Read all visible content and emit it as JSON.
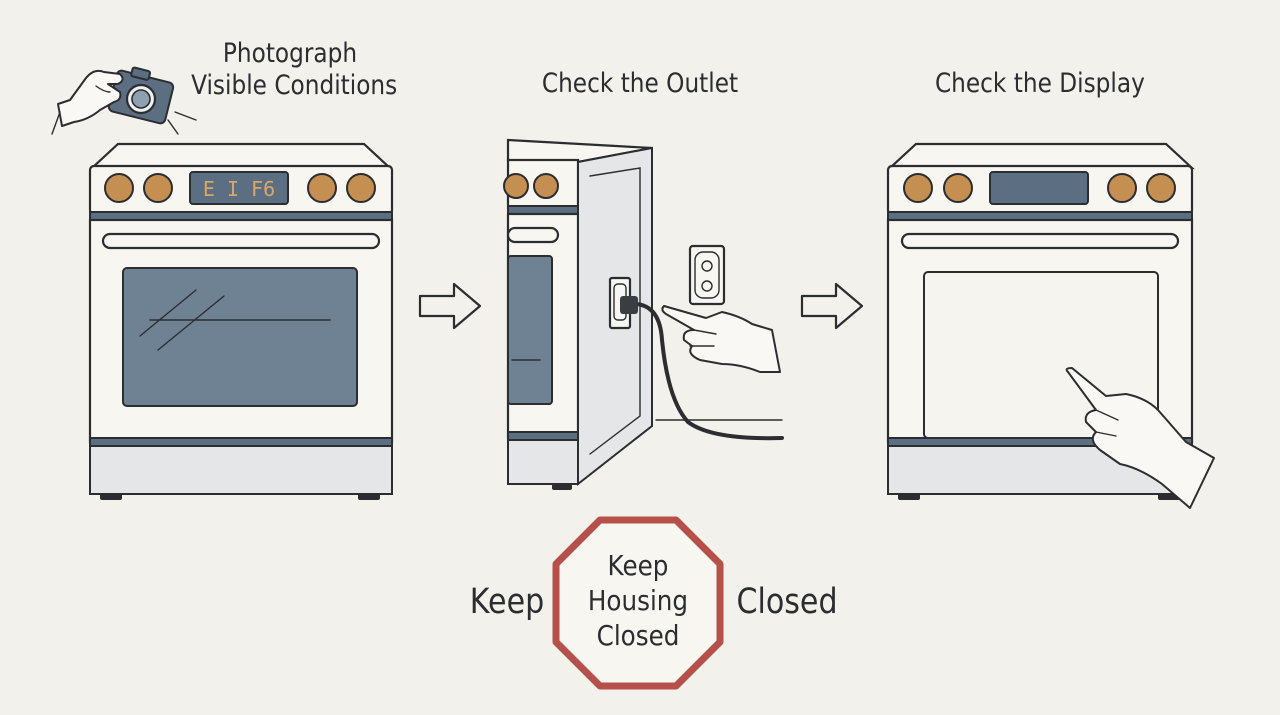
{
  "steps": [
    {
      "title_line1": "Photograph",
      "title_line2": "Visible Conditions",
      "display_code": "E I F6"
    },
    {
      "title": "Check the Outlet"
    },
    {
      "title": "Check the Display"
    }
  ],
  "warning": {
    "left": "Keep",
    "sign_lines": [
      "Keep",
      "Housing",
      "Closed"
    ],
    "right": "Closed"
  },
  "colors": {
    "background": "#f2f1eb",
    "ink": "#2b2d30",
    "glass": "#6f8294",
    "knob": "#c58f52",
    "display": "#5c6f82",
    "stop_sign": "#b5514a"
  },
  "icons": [
    "camera-icon",
    "hand-icon",
    "arrow-right-icon",
    "power-outlet-icon",
    "power-plug-icon",
    "pointing-hand-icon",
    "stop-sign-icon"
  ]
}
